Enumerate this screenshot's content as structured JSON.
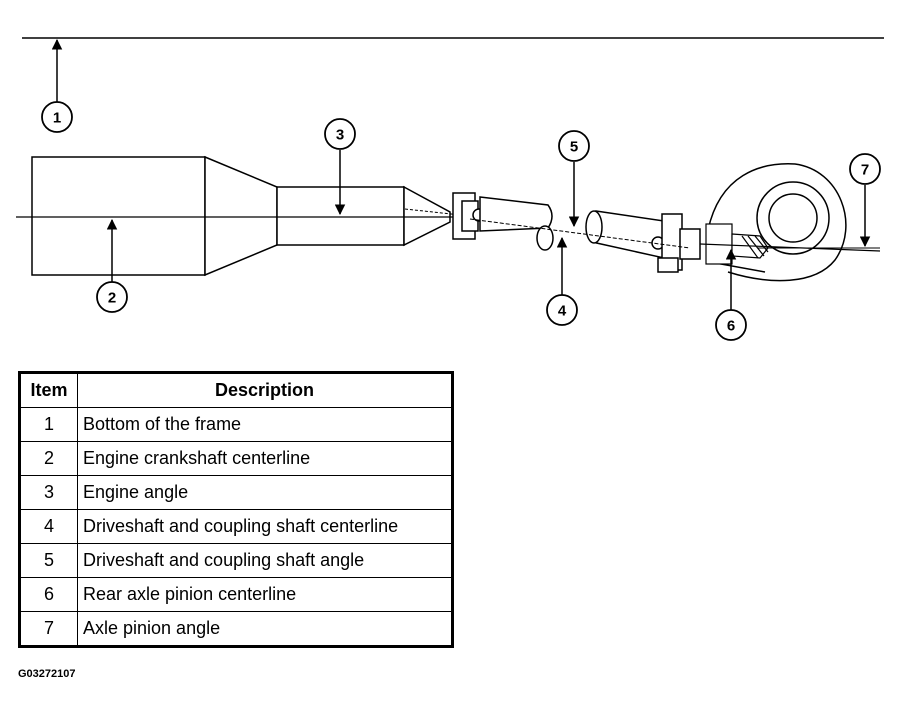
{
  "callouts": [
    "1",
    "2",
    "3",
    "4",
    "5",
    "6",
    "7"
  ],
  "table": {
    "headers": {
      "item": "Item",
      "description": "Description"
    },
    "rows": [
      {
        "item": "1",
        "description": "Bottom of the frame"
      },
      {
        "item": "2",
        "description": "Engine crankshaft centerline"
      },
      {
        "item": "3",
        "description": "Engine angle"
      },
      {
        "item": "4",
        "description": "Driveshaft and coupling shaft centerline"
      },
      {
        "item": "5",
        "description": "Driveshaft and coupling shaft angle"
      },
      {
        "item": "6",
        "description": "Rear axle pinion centerline"
      },
      {
        "item": "7",
        "description": "Axle pinion angle"
      }
    ]
  },
  "figure_id": "G03272107"
}
